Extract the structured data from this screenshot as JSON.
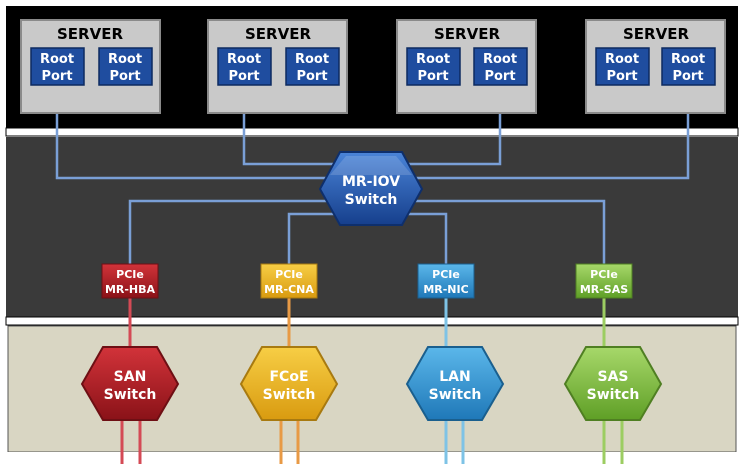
{
  "servers": [
    {
      "title": "SERVER",
      "ports": [
        {
          "line1": "Root",
          "line2": "Port"
        },
        {
          "line1": "Root",
          "line2": "Port"
        }
      ]
    },
    {
      "title": "SERVER",
      "ports": [
        {
          "line1": "Root",
          "line2": "Port"
        },
        {
          "line1": "Root",
          "line2": "Port"
        }
      ]
    },
    {
      "title": "SERVER",
      "ports": [
        {
          "line1": "Root",
          "line2": "Port"
        },
        {
          "line1": "Root",
          "line2": "Port"
        }
      ]
    },
    {
      "title": "SERVER",
      "ports": [
        {
          "line1": "Root",
          "line2": "Port"
        },
        {
          "line1": "Root",
          "line2": "Port"
        }
      ]
    }
  ],
  "central_switch": {
    "line1": "MR-IOV",
    "line2": "Switch",
    "color": "#1f57b4"
  },
  "pcie_cards": [
    {
      "line1": "PCIe",
      "line2": "MR-HBA",
      "color": "#c21f2a"
    },
    {
      "line1": "PCIe",
      "line2": "MR-CNA",
      "color": "#f0b822"
    },
    {
      "line1": "PCIe",
      "line2": "MR-NIC",
      "color": "#3aa3d8"
    },
    {
      "line1": "PCIe",
      "line2": "MR-SAS",
      "color": "#8cc84b"
    }
  ],
  "fabric_switches": [
    {
      "line1": "SAN",
      "line2": "Switch",
      "color": "#a81c22"
    },
    {
      "line1": "FCoE",
      "line2": "Switch",
      "color": "#eeb222"
    },
    {
      "line1": "LAN",
      "line2": "Switch",
      "color": "#2f93cf"
    },
    {
      "line1": "SAS",
      "line2": "Switch",
      "color": "#86c440"
    }
  ],
  "colors": {
    "server_band": "#000000",
    "switch_band": "#3a3a3a",
    "fabric_band": "#d9d6c3",
    "server_box": "#c9c9c9",
    "root_port": "#1f4d9f",
    "link": "#7a9fd6"
  }
}
